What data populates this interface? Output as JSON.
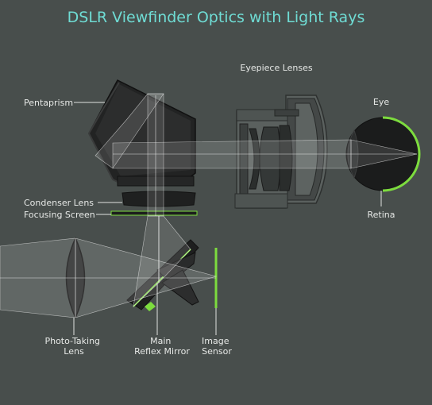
{
  "title": "DSLR Viewfinder Optics with Light Rays",
  "labels": {
    "eyepiece_lenses": "Eyepiece Lenses",
    "pentaprism": "Pentaprism",
    "eye": "Eye",
    "condenser_lens": "Condenser Lens",
    "focusing_screen": "Focusing Screen",
    "retina": "Retina",
    "photo_taking_lens": [
      "Photo-Taking",
      "Lens"
    ],
    "main_reflex_mirror": [
      "Main",
      "Reflex Mirror"
    ],
    "image_sensor": [
      "Image",
      "Sensor"
    ]
  },
  "colors": {
    "background": "#484e4c",
    "title": "#6fdcd4",
    "accent_green": "#7ddc3e",
    "body_dark": "#1e1f1f",
    "text": "#e6e8e6"
  }
}
